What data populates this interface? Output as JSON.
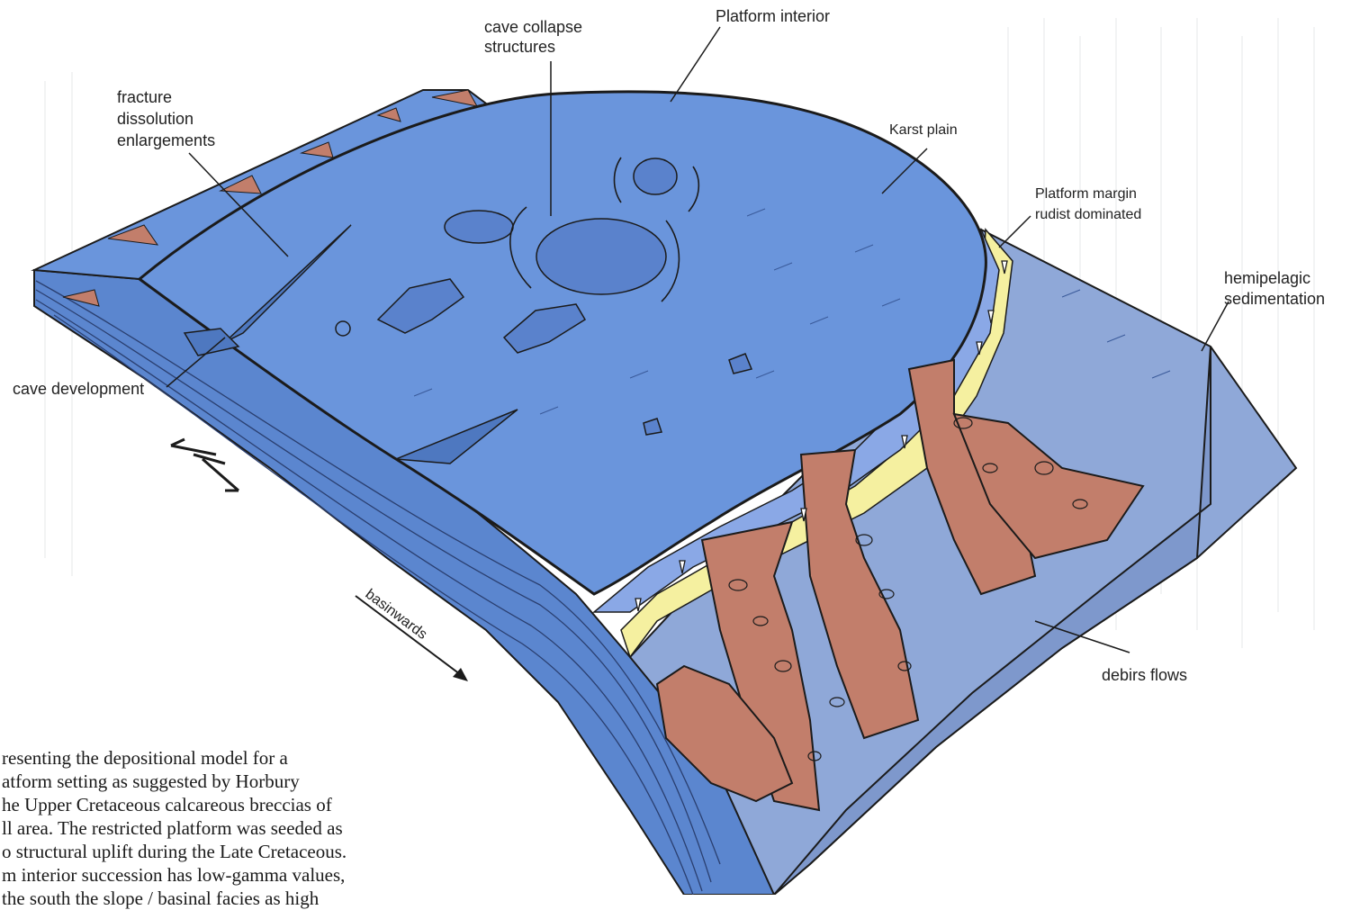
{
  "labels": {
    "platform_interior": "Platform interior",
    "cave_collapse": [
      "cave collapse",
      "structures"
    ],
    "fracture": [
      "fracture",
      "dissolution",
      "enlargements"
    ],
    "karst_plain": "Karst plain",
    "platform_margin": [
      "Platform margin",
      "rudist dominated"
    ],
    "hemipelagic": [
      "hemipelagic",
      "sedimentation"
    ],
    "cave_development": "cave development",
    "basinwards": "basinwards",
    "debris_flows": "debirs flows"
  },
  "caption": {
    "lines": [
      "resenting the depositional model for a",
      "atform setting as suggested by Horbury",
      "he Upper Cretaceous calcareous breccias of",
      "ll area.  The restricted platform was seeded as",
      "o structural uplift during the Late Cretaceous.",
      "m interior succession has low-gamma values,",
      "the south the slope / basinal facies as high"
    ]
  },
  "colors": {
    "platform": "#6A95DC",
    "platform_side": "#5B86CF",
    "slope": "#8AA8E6",
    "basin": "#8FA8D8",
    "margin_sand": "#F5F0A0",
    "debris": "#C27E6B",
    "outline": "#1b1b1b"
  }
}
